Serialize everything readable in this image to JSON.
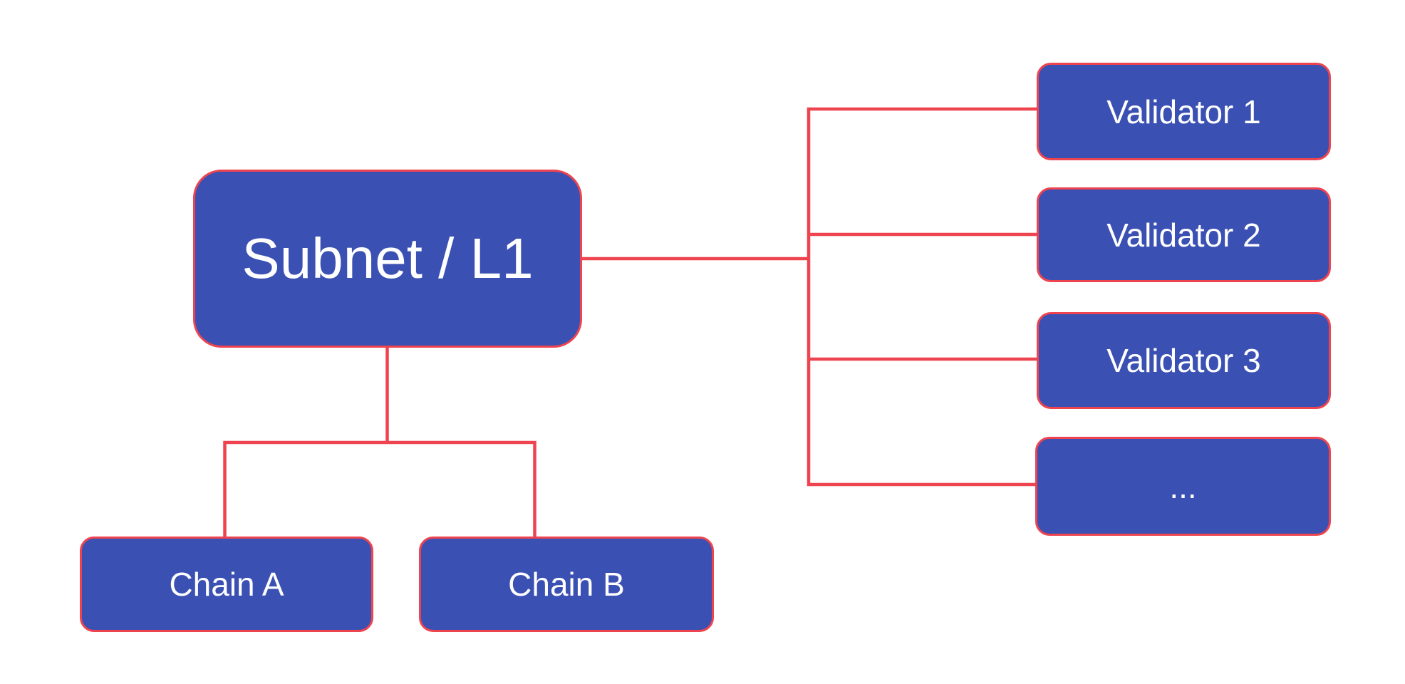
{
  "diagram": {
    "nodes": {
      "subnet": {
        "label": "Subnet / L1"
      },
      "chain_a": {
        "label": "Chain A"
      },
      "chain_b": {
        "label": "Chain B"
      },
      "validator_1": {
        "label": "Validator 1"
      },
      "validator_2": {
        "label": "Validator 2"
      },
      "validator_3": {
        "label": "Validator 3"
      },
      "validator_more": {
        "label": "..."
      }
    },
    "edges": [
      {
        "from": "subnet",
        "to": "validator_1"
      },
      {
        "from": "subnet",
        "to": "validator_2"
      },
      {
        "from": "subnet",
        "to": "validator_3"
      },
      {
        "from": "subnet",
        "to": "validator_more"
      },
      {
        "from": "subnet",
        "to": "chain_a"
      },
      {
        "from": "subnet",
        "to": "chain_b"
      }
    ],
    "colors": {
      "node_fill": "#3a50b2",
      "node_border": "#ee4450",
      "connector": "#ee4450",
      "label_text": "#ffffff",
      "background": "#ffffff"
    }
  }
}
